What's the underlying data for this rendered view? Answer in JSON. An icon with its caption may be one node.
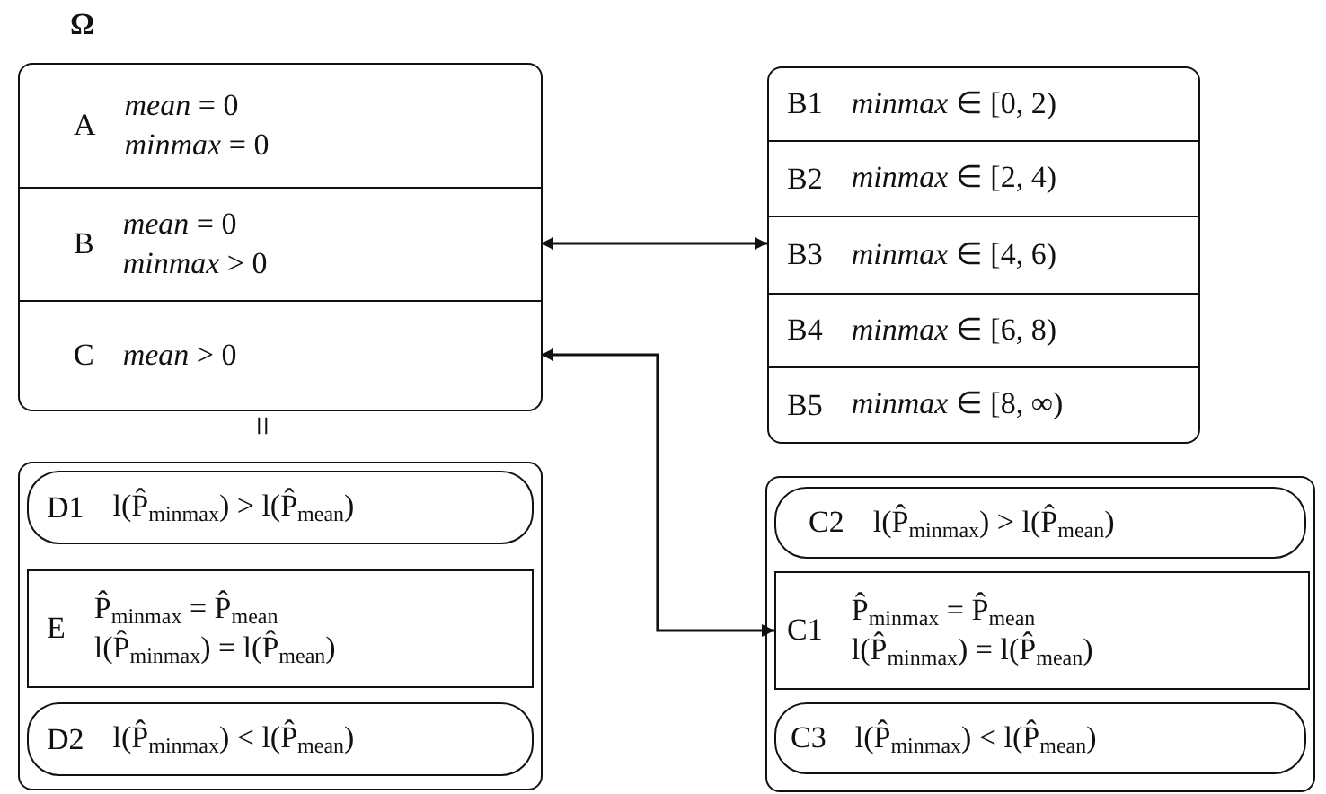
{
  "diagram": {
    "nodes": [
      {
        "text": [
          "Ω"
        ]
      },
      {
        "text": [
          "A",
          "*mean* = 0 *minmax* = 0"
        ],
        "in": 0
      },
      {
        "text": [
          "B",
          "*mean* = 0 *minmax* > 0"
        ],
        "in": 0
      },
      {
        "text": [
          "C",
          "*mean* > 0"
        ],
        "in": 0
      },
      {
        "text": [],
        "shape": "box"
      },
      {
        "text": [
          "B1",
          "*minmax* ∈ [0, 2)"
        ],
        "in": 4
      },
      {
        "text": [
          "B2",
          "*minmax* ∈ [2, 4)"
        ],
        "in": 4
      },
      {
        "text": [
          "B3",
          "*minmax* ∈ [4, 6)"
        ],
        "in": 4
      },
      {
        "text": [
          "B4",
          "*minmax* ∈ [6, 8)"
        ],
        "in": 4
      },
      {
        "text": [
          "B5",
          "*minmax* ∈ [8, ∞)"
        ],
        "in": 4
      },
      {
        "text": [],
        "shape": "box"
      },
      {
        "text": [
          "D1",
          "l(P̂$_{minmax}$) > l(P̂$_{mean}$)"
        ],
        "in": 10
      },
      {
        "text": [
          "E",
          "P̂$_{minmax}$ = P̂$_{mean}$ l(P̂$_{minmax}$) = l(P̂$_{mean}$)"
        ],
        "in": 10
      },
      {
        "text": [
          "D2",
          "l(P̂$_{minmax}$) < l(P̂$_{mean}$)"
        ],
        "in": 10
      },
      {
        "text": [],
        "shape": "box"
      },
      {
        "text": [
          "C2",
          "l(P̂$_{minmax}$) > l(P̂$_{mean}$)"
        ],
        "in": 14
      },
      {
        "text": [
          "C1",
          "P̂$_{minmax}$ = P̂$_{mean}$ l(P̂$_{minmax}$) = l(P̂$_{mean}$)"
        ],
        "in": 14
      },
      {
        "text": [
          "C3",
          "l(P̂$_{minmax}$) < l(P̂$_{mean}$)"
        ],
        "in": 14
      }
    ],
    "edges": [
      {
        "from": 2,
        "to": 4,
        "arrow": "both"
      },
      {
        "from": 3,
        "to": 16,
        "arrow": "both"
      }
    ],
    "labels": [
      "="
    ]
  }
}
